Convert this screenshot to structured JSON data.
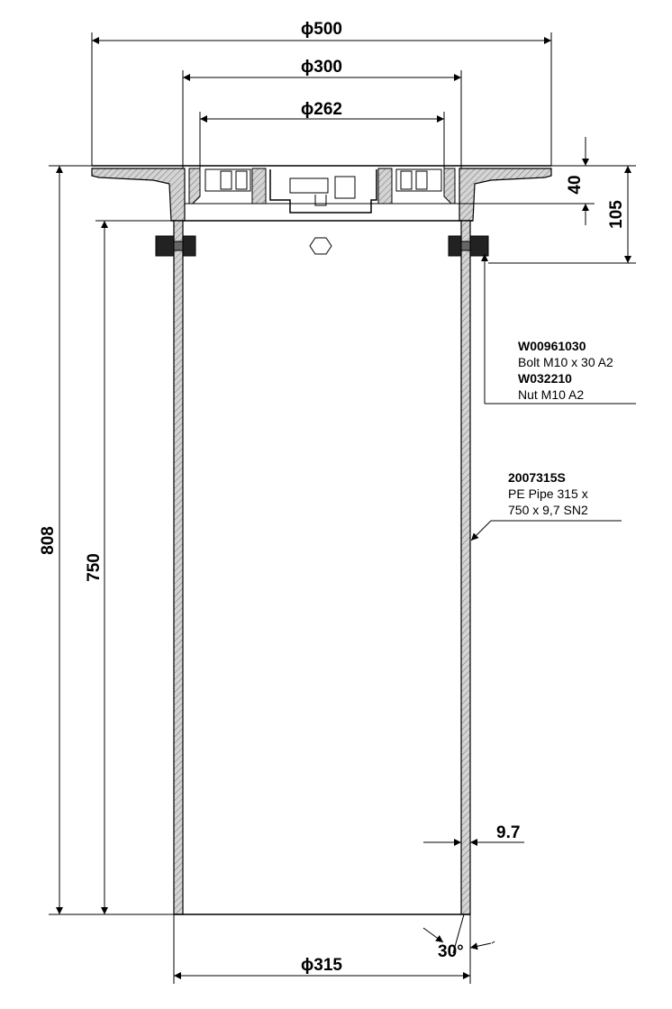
{
  "dimensions": {
    "flange_diameter": "ϕ500",
    "outer_collar_diameter": "ϕ300",
    "inner_collar_diameter": "ϕ262",
    "flange_height": "40",
    "collar_depth": "105",
    "total_height": "808",
    "pipe_length": "750",
    "wall_thickness": "9.7",
    "pipe_diameter": "ϕ315",
    "chamfer_angle": "30°"
  },
  "callouts": {
    "bolt_nut": {
      "line1": "W00961030",
      "line2": "Bolt M10 x 30 A2",
      "line3": "W032210",
      "line4": "Nut M10 A2"
    },
    "pipe": {
      "line1": "2007315S",
      "line2": "PE Pipe 315 x",
      "line3": "750 x 9,7 SN2"
    }
  },
  "colors": {
    "line": "#000000",
    "section_fill": "#cfcfcf",
    "background": "#ffffff"
  }
}
